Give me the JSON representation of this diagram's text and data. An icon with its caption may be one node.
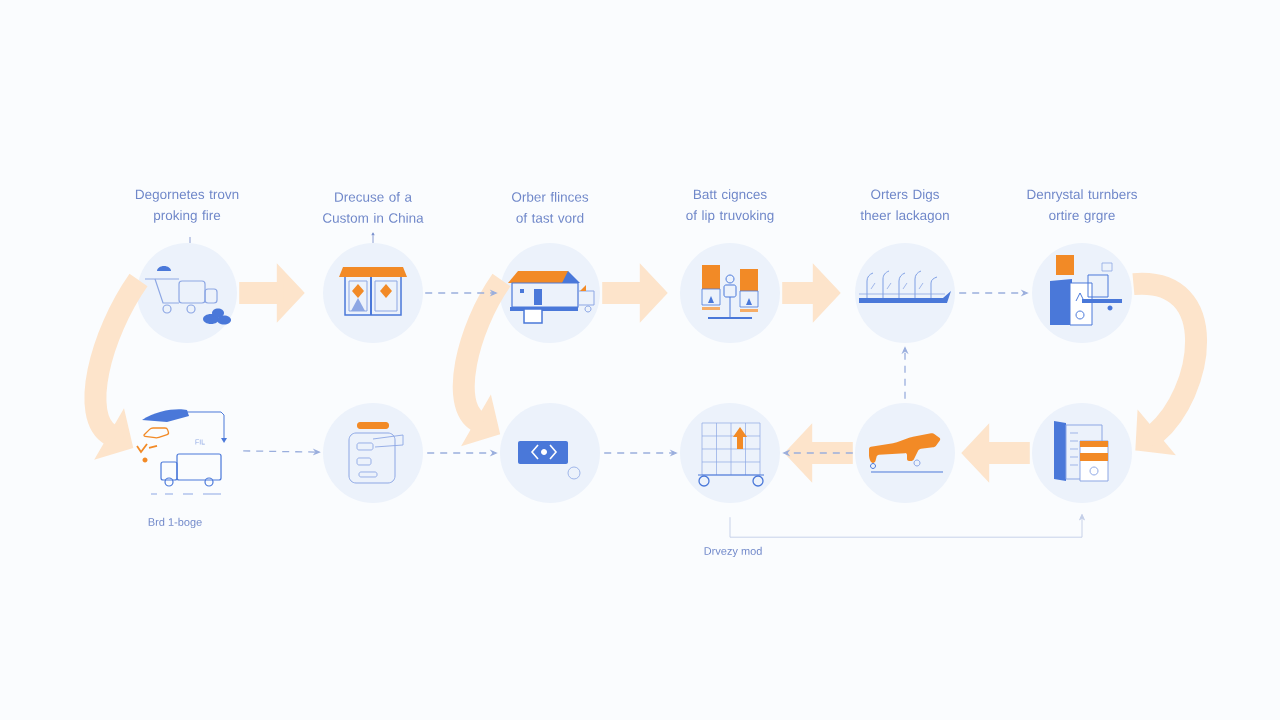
{
  "diagram": {
    "nodes": [
      {
        "text": [
          "Degornetes trovn proking fire"
        ]
      },
      {
        "text": [
          "Drecuse of a Custom in China"
        ]
      },
      {
        "text": [
          "Orber flinces of tast vord"
        ]
      },
      {
        "text": [
          "Batt cignces of lip truvoking"
        ]
      },
      {
        "text": [
          "Orters Digs theer lackagon"
        ]
      },
      {
        "text": [
          "Denrystal turnbers ortire grgre"
        ]
      },
      {
        "text": [],
        "shape": "picture",
        "beside": [
          "Brd 1-boge"
        ]
      },
      {
        "text": [],
        "shape": "circle"
      },
      {
        "text": [],
        "shape": "circle"
      },
      {
        "text": [],
        "shape": "circle"
      },
      {
        "text": [],
        "shape": "circle"
      },
      {
        "text": [],
        "shape": "circle"
      }
    ],
    "edges": [
      {
        "from": 0,
        "to": 1,
        "arrow": "to",
        "style": "thick",
        "color": "#fde4cb"
      },
      {
        "from": 1,
        "to": 2,
        "arrow": "to",
        "style": "dashed",
        "color": "#9aaedd"
      },
      {
        "from": 2,
        "to": 3,
        "arrow": "to",
        "style": "thick",
        "color": "#fde4cb"
      },
      {
        "from": 3,
        "to": 4,
        "arrow": "to",
        "style": "thick",
        "color": "#fde4cb"
      },
      {
        "from": 4,
        "to": 5,
        "arrow": "to",
        "style": "dashed",
        "color": "#9aaedd"
      },
      {
        "from": 0,
        "to": 6,
        "arrow": "to",
        "style": "thick",
        "color": "#fde4cb"
      },
      {
        "from": 2,
        "to": 8,
        "arrow": "to",
        "style": "thick",
        "color": "#fde4cb"
      },
      {
        "from": 5,
        "to": 11,
        "arrow": "to",
        "style": "thick",
        "color": "#fde4cb"
      },
      {
        "from": 6,
        "to": 7,
        "arrow": "to",
        "style": "dashed",
        "color": "#9aaedd"
      },
      {
        "from": 7,
        "to": 8,
        "arrow": "to",
        "style": "dashed",
        "color": "#9aaedd"
      },
      {
        "from": 8,
        "to": 9,
        "arrow": "to",
        "style": "dashed",
        "color": "#9aaedd"
      },
      {
        "from": 11,
        "to": 10,
        "arrow": "to",
        "style": "thick",
        "color": "#fde4cb"
      },
      {
        "from": 10,
        "to": 9,
        "arrow": "to",
        "style": "thick",
        "color": "#fde4cb"
      },
      {
        "from": 10,
        "to": 9,
        "arrow": "to",
        "style": "dashed",
        "color": "#9aaedd"
      },
      {
        "from": 10,
        "to": 4,
        "arrow": "to",
        "style": "dashed",
        "color": "#9aaedd"
      },
      {
        "from": 9,
        "to": 11,
        "arrow": "to",
        "label": "Drvezy mod",
        "color": "#c3cee8"
      }
    ],
    "labels": [
      "FIL"
    ]
  }
}
